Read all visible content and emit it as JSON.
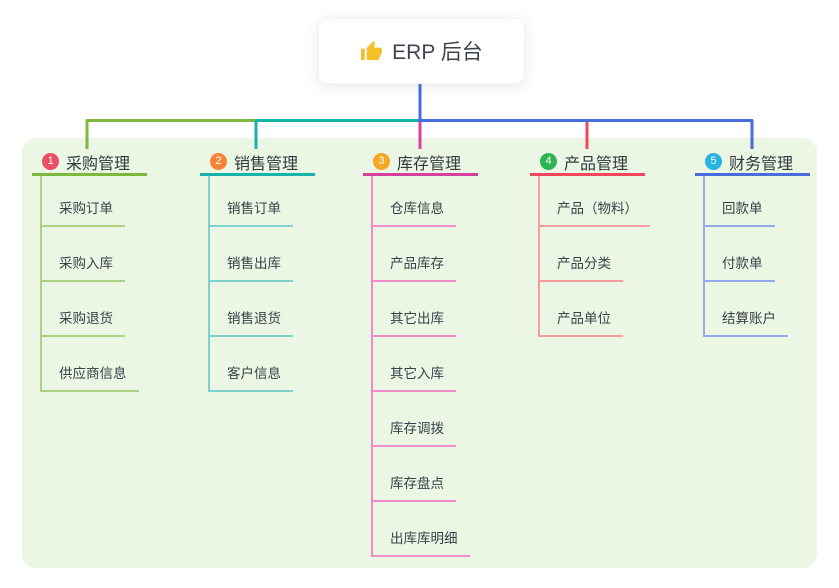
{
  "root": {
    "title": "ERP 后台",
    "icon": "thumbs-up-icon",
    "icon_color": "#f6c02d",
    "stem_color": "#4a6bdb"
  },
  "canvas": {
    "panel_color": "#ebf6e4"
  },
  "branches": [
    {
      "index": "1",
      "title": "采购管理",
      "badge_color": "#ec4f64",
      "line_color": "#7db83f",
      "child_line_color": "#abd282",
      "children": [
        "采购订单",
        "采购入库",
        "采购退货",
        "供应商信息"
      ]
    },
    {
      "index": "2",
      "title": "销售管理",
      "badge_color": "#f8843c",
      "line_color": "#16b3ab",
      "child_line_color": "#7fd2cb",
      "children": [
        "销售订单",
        "销售出库",
        "销售退货",
        "客户信息"
      ]
    },
    {
      "index": "3",
      "title": "库存管理",
      "badge_color": "#f6a623",
      "line_color": "#d63f9e",
      "child_line_color": "#f08cc6",
      "children": [
        "仓库信息",
        "产品库存",
        "其它出库",
        "其它入库",
        "库存调拨",
        "库存盘点",
        "出库库明细"
      ]
    },
    {
      "index": "4",
      "title": "产品管理",
      "badge_color": "#2db553",
      "line_color": "#f0485a",
      "child_line_color": "#f79b9e",
      "children": [
        "产品（物料）",
        "产品分类",
        "产品单位"
      ]
    },
    {
      "index": "5",
      "title": "财务管理",
      "badge_color": "#29b2e4",
      "line_color": "#4a6bdb",
      "child_line_color": "#93a9ec",
      "children": [
        "回款单",
        "付款单",
        "结算账户"
      ]
    }
  ]
}
